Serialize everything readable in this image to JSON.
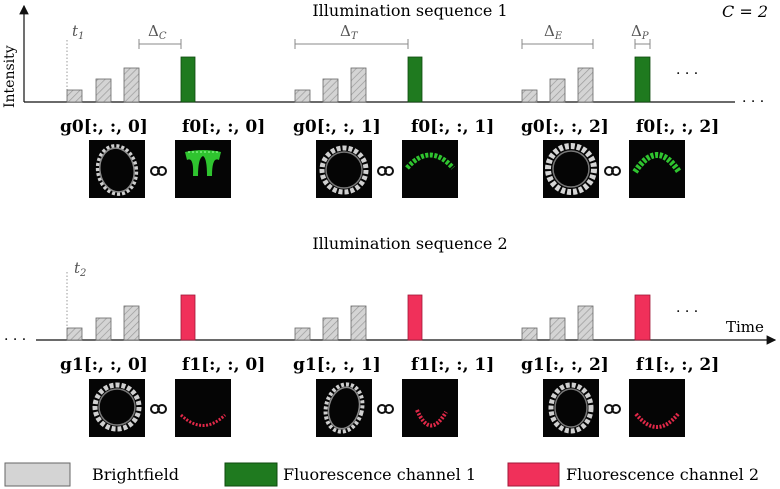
{
  "colors": {
    "brightfield": "#d4d4d4",
    "channel1": "#1f7a1f",
    "channel2": "#f0305a",
    "axis": "#111111",
    "annotation": "#666666"
  },
  "header": {
    "title1": "Illumination sequence 1",
    "c_label": "C = 2",
    "title2": "Illumination sequence 2"
  },
  "axes": {
    "ylabel": "Intensity",
    "xlabel": "Time",
    "ellipsis": "· · ·",
    "continuation": "· · ·"
  },
  "intervals": {
    "t1": "t1",
    "t2": "t2",
    "delta_c": "ΔC",
    "delta_t": "ΔT",
    "delta_e": "ΔE",
    "delta_p": "ΔP"
  },
  "sequence1": {
    "labels": [
      "g0[:, :, 0]",
      "f0[:, :, 0]",
      "g0[:, :, 1]",
      "f0[:, :, 1]",
      "g0[:, :, 2]",
      "f0[:, :, 2]"
    ]
  },
  "sequence2": {
    "labels": [
      "g1[:, :, 0]",
      "f1[:, :, 0]",
      "g1[:, :, 1]",
      "f1[:, :, 1]",
      "g1[:, :, 2]",
      "f1[:, :, 2]"
    ]
  },
  "legend": {
    "brightfield": "Brightfield",
    "channel1": "Fluorescence channel 1",
    "channel2": "Fluorescence channel 2"
  }
}
